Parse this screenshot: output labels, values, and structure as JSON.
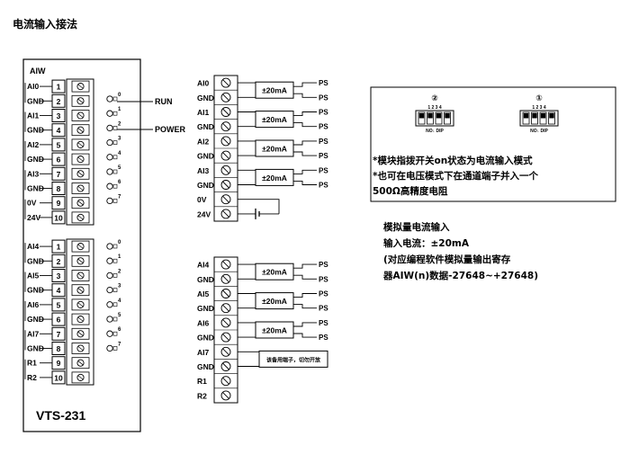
{
  "title": "电流输入接法",
  "module": {
    "header": "AIW",
    "model": "VTS-231",
    "block1": [
      {
        "pin": "1",
        "label": "AI0"
      },
      {
        "pin": "2",
        "label": "GND"
      },
      {
        "pin": "3",
        "label": "AI1"
      },
      {
        "pin": "4",
        "label": "GND"
      },
      {
        "pin": "5",
        "label": "AI2"
      },
      {
        "pin": "6",
        "label": "GND"
      },
      {
        "pin": "7",
        "label": "AI3"
      },
      {
        "pin": "8",
        "label": "GND"
      },
      {
        "pin": "9",
        "label": "0V"
      },
      {
        "pin": "10",
        "label": "24V"
      }
    ],
    "block2": [
      {
        "pin": "1",
        "label": "AI4"
      },
      {
        "pin": "2",
        "label": "GND"
      },
      {
        "pin": "3",
        "label": "AI5"
      },
      {
        "pin": "4",
        "label": "GND"
      },
      {
        "pin": "5",
        "label": "AI6"
      },
      {
        "pin": "6",
        "label": "GND"
      },
      {
        "pin": "7",
        "label": "AI7"
      },
      {
        "pin": "8",
        "label": "GND"
      },
      {
        "pin": "9",
        "label": "R1"
      },
      {
        "pin": "10",
        "label": "R2"
      }
    ],
    "led_digits": [
      "0",
      "1",
      "2",
      "3",
      "4",
      "5",
      "6",
      "7"
    ],
    "run_label": "RUN",
    "power_label": "POWER"
  },
  "wiring1": {
    "terms": [
      "AI0",
      "GND",
      "AI1",
      "GND",
      "AI2",
      "GND",
      "AI3",
      "GND",
      "0V",
      "24V"
    ],
    "source_label": "±20mA",
    "ps_label": "PS"
  },
  "wiring2": {
    "terms": [
      "AI4",
      "GND",
      "AI5",
      "GND",
      "AI6",
      "GND",
      "AI7",
      "GND",
      "R1",
      "R2"
    ],
    "source_label": "±20mA",
    "ps_label": "PS",
    "reserved_note": "该备用端子，切勿开放"
  },
  "info_box": {
    "switch1_num": "②",
    "switch2_num": "①",
    "sw_numbers": "1 2 3 4",
    "sw_bottom_label": "NO↓  DIP",
    "lines": [
      "*模块指拨开关on状态为电流输入模式",
      "*也可在电压模式下在通道端子并入一个",
      "500Ω高精度电阻"
    ]
  },
  "notes": [
    "模拟量电流输入",
    "输入电流：±20mA",
    "(对应编程软件模拟量输出寄存",
    "器AIW(n)数据-27648~+27648)"
  ]
}
